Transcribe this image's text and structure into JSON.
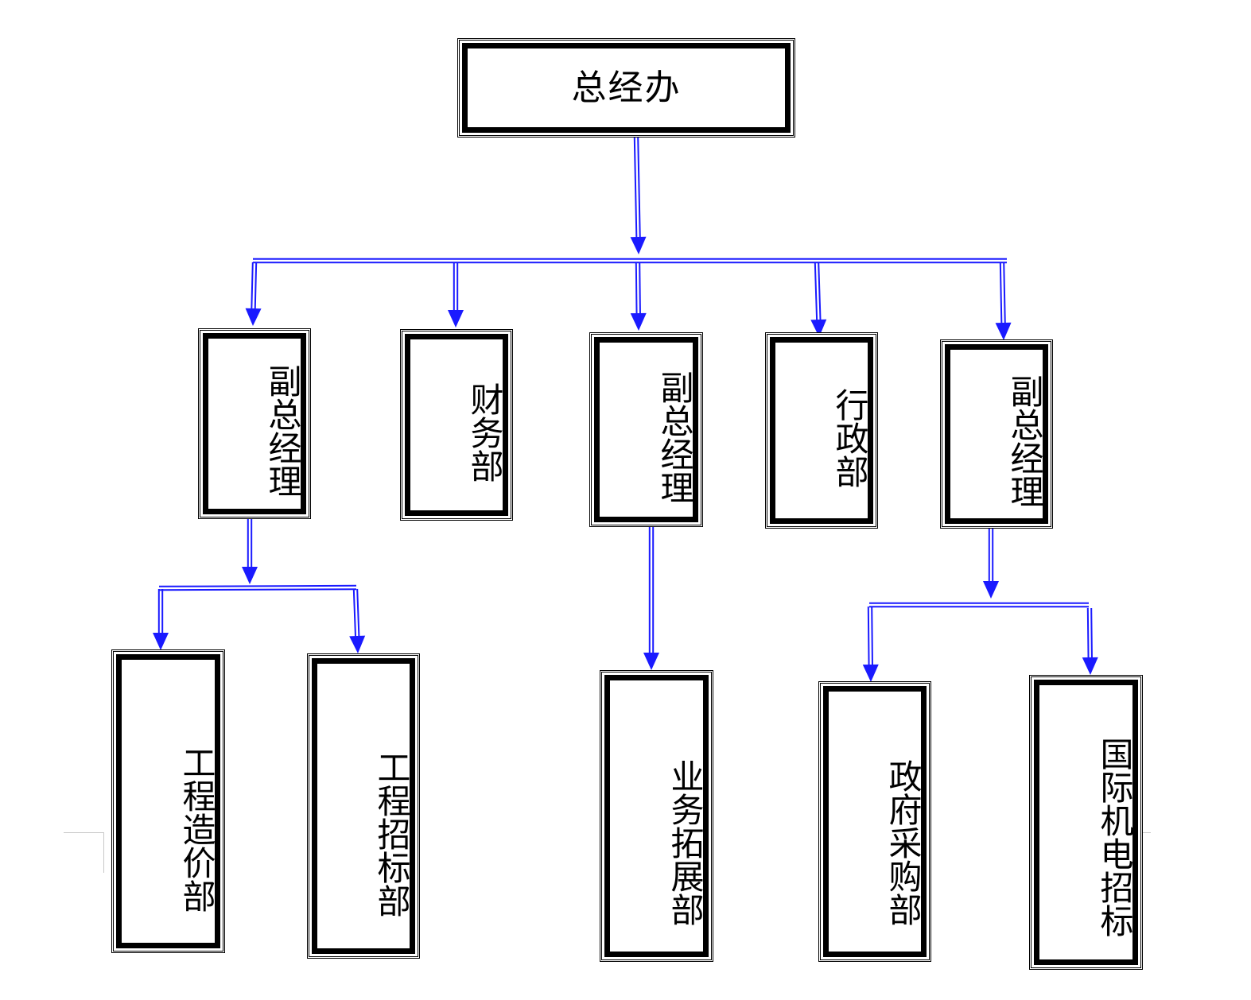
{
  "diagram": {
    "colors": {
      "connector": "#1a1aff",
      "box": "#000000",
      "background": "#ffffff"
    },
    "nodes": {
      "root": {
        "label": "总经办"
      },
      "vgm1": {
        "label": "副总经理"
      },
      "finance": {
        "label": "财务部"
      },
      "vgm2": {
        "label": "副总经理"
      },
      "admin": {
        "label": "行政部"
      },
      "vgm3": {
        "label": "副总经理"
      },
      "cost": {
        "label": "工程造价部"
      },
      "bidding": {
        "label": "工程招标部"
      },
      "bizdev": {
        "label": "业务拓展部"
      },
      "procurement": {
        "label": "政府采购部"
      },
      "intl": {
        "label": "国际机电招标"
      }
    },
    "edges": [
      {
        "from": "root",
        "to": [
          "vgm1",
          "finance",
          "vgm2",
          "admin",
          "vgm3"
        ]
      },
      {
        "from": "vgm1",
        "to": [
          "cost",
          "bidding"
        ]
      },
      {
        "from": "vgm2",
        "to": [
          "bizdev"
        ]
      },
      {
        "from": "vgm3",
        "to": [
          "procurement",
          "intl"
        ]
      }
    ]
  }
}
